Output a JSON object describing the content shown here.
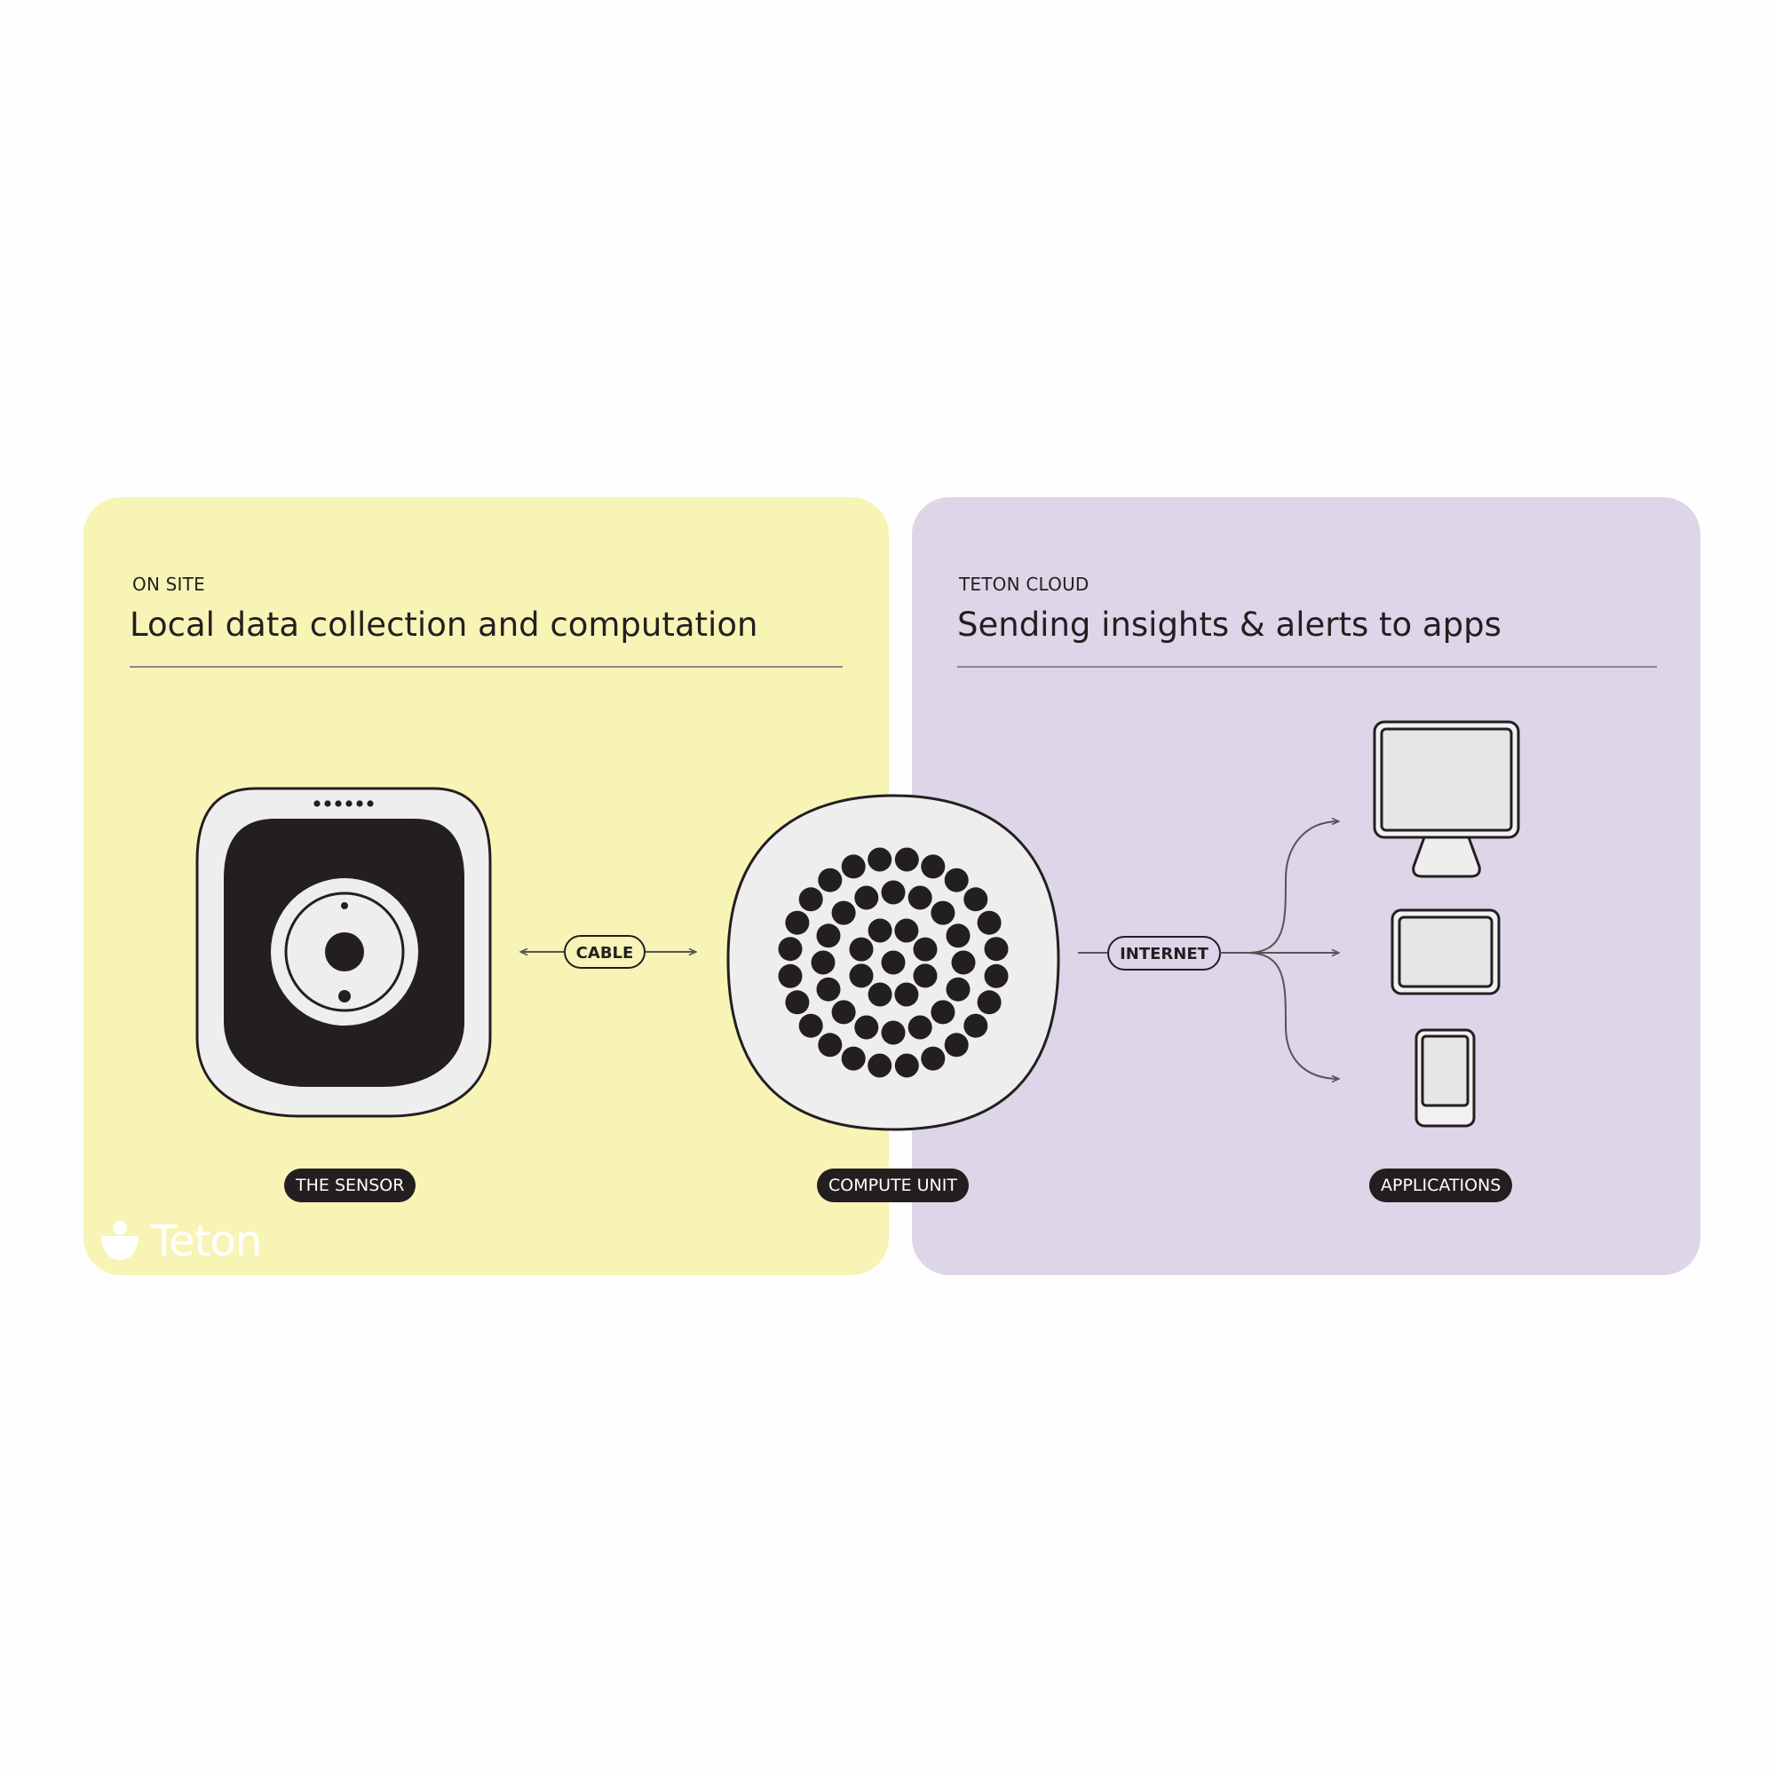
{
  "on_site": {
    "eyebrow": "ON SITE",
    "heading": "Local data collection and computation",
    "background": "#f8f4b6"
  },
  "cloud": {
    "eyebrow": "TETON CLOUD",
    "heading": "Sending insights & alerts to apps",
    "background": "#ddd5e8"
  },
  "nodes": {
    "sensor": "THE SENSOR",
    "compute": "COMPUTE UNIT",
    "apps": "APPLICATIONS"
  },
  "edges": {
    "cable": "CABLE",
    "internet": "INTERNET"
  },
  "devices": [
    "desktop-monitor",
    "tablet",
    "phone"
  ],
  "logo": {
    "text": "Teton"
  },
  "colors": {
    "ink": "#231f20",
    "device_fill": "#eeeeee",
    "screen_fill": "#e6e6e6"
  }
}
